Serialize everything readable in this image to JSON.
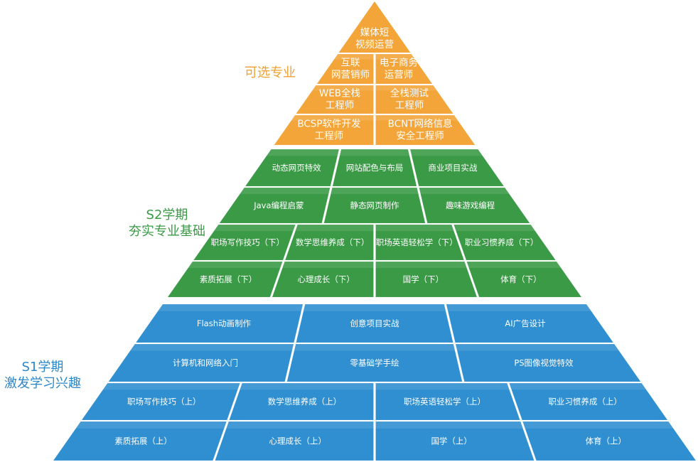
{
  "labels": {
    "optional": "可选专业",
    "s2_line1": "S2学期",
    "s2_line2": "夯实专业基础",
    "s1_line1": "S1学期",
    "s1_line2": "激发学习兴趣"
  },
  "colors": {
    "optional_fill": "#f3a53a",
    "optional_text": "#f0a030",
    "s2_fill": "#3a9a46",
    "s2_text": "#3a9a46",
    "s1_fill": "#2f8fd0",
    "s1_text": "#2c87c8",
    "cell_text": "#ffffff"
  },
  "optional_rows": [
    [
      [
        "媒体短",
        "视频运营"
      ]
    ],
    [
      [
        "互联",
        "网营销师"
      ],
      [
        "电子商务",
        "运营师"
      ]
    ],
    [
      [
        "WEB全栈",
        "工程师"
      ],
      [
        "全栈测试",
        "工程师"
      ]
    ],
    [
      [
        "BCSP软件开发",
        "工程师"
      ],
      [
        "BCNT网络信息",
        "安全工程师"
      ]
    ]
  ],
  "s2_rows": [
    [
      "动态网页特效",
      "网站配色与布局",
      "商业项目实战"
    ],
    [
      "Java编程启蒙",
      "静态网页制作",
      "趣味游戏编程"
    ],
    [
      "职场写作技巧（下）",
      "数学思维养成（下）",
      "职场英语轻松学（下）",
      "职业习惯养成（下）"
    ],
    [
      "素质拓展（下）",
      "心理成长（下）",
      "国学（下）",
      "体育（下）"
    ]
  ],
  "s1_rows": [
    [
      "Flash动画制作",
      "创意项目实战",
      "AI广告设计"
    ],
    [
      "计算机和网络入门",
      "零基础学手绘",
      "PS图像视觉特效"
    ],
    [
      "职场写作技巧（上）",
      "数学思维养成（上）",
      "职场英语轻松学（上）",
      "职业习惯养成（上）"
    ],
    [
      "素质拓展（上）",
      "心理成长（上）",
      "国学（上）",
      "体育（上）"
    ]
  ]
}
